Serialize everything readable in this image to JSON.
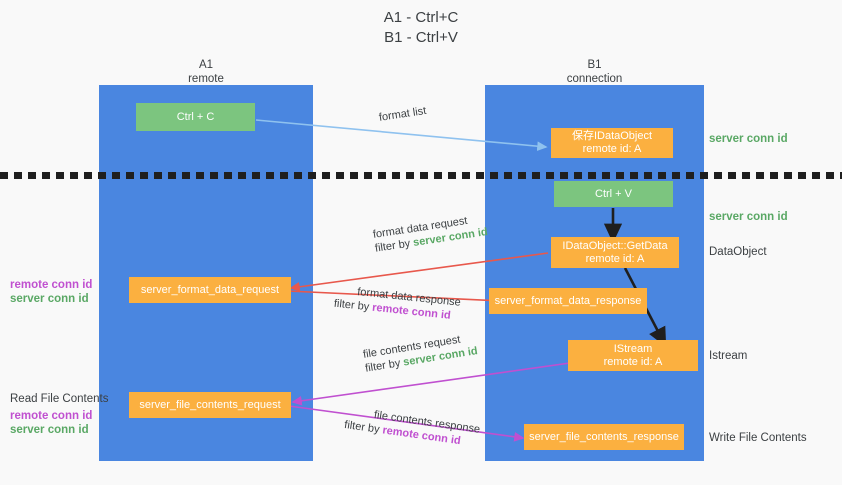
{
  "title": {
    "line1": "A1 - Ctrl+C",
    "line2": "B1 - Ctrl+V"
  },
  "lanes": [
    {
      "id": "a1",
      "name": "A1",
      "subtitle": "remote"
    },
    {
      "id": "b1",
      "name": "B1",
      "subtitle": "connection"
    }
  ],
  "nodes": {
    "ctrl_c": {
      "label": "Ctrl + C",
      "color": "#7cc57f"
    },
    "save_idataobject": {
      "label": "保存IDataObject",
      "sub": "remote id: A",
      "color": "#fbb040"
    },
    "ctrl_v": {
      "label": "Ctrl + V",
      "color": "#7cc57f"
    },
    "getdata": {
      "label": "IDataObject::GetData",
      "sub": "remote id: A",
      "color": "#fbb040"
    },
    "format_data_request": {
      "label": "server_format_data_request",
      "color": "#fbb040"
    },
    "format_data_response": {
      "label": "server_format_data_response",
      "color": "#fbb040"
    },
    "istream": {
      "label": "IStream",
      "sub": "remote id: A",
      "color": "#fbb040"
    },
    "file_contents_request": {
      "label": "server_file_contents_request",
      "color": "#fbb040"
    },
    "file_contents_response": {
      "label": "server_file_contents_response",
      "color": "#fbb040"
    }
  },
  "edges": {
    "format_list": "format list",
    "format_data_request": {
      "line1": "format data request",
      "filter_prefix": "filter by ",
      "filter_key": "server conn id"
    },
    "format_data_response": {
      "line1": "format data response",
      "filter_prefix": "filter by ",
      "filter_key": "remote conn id"
    },
    "file_contents_request": {
      "line1": "file contents request",
      "filter_prefix": "filter by ",
      "filter_key": "server conn id"
    },
    "file_contents_response": {
      "line1": "file contents response",
      "filter_prefix": "filter by ",
      "filter_key": "remote conn id"
    }
  },
  "right_labels": {
    "server_conn_id_top": "server conn id",
    "server_conn_id_mid": "server conn id",
    "dataobject": "DataObject",
    "istream": "Istream",
    "write_file_contents": "Write File Contents"
  },
  "left_labels": {
    "format_remote": "remote conn id",
    "format_server": "server conn id",
    "read_file_contents": "Read File Contents",
    "file_remote": "remote conn id",
    "file_server": "server conn id"
  },
  "colors": {
    "lane": "#4a86e0",
    "green": "#7cc57f",
    "orange": "#fbb040",
    "remote_conn": "#c050d0",
    "server_conn": "#5aa865",
    "arrow_light_blue": "#8fc2ef",
    "arrow_red": "#e8584c",
    "arrow_magenta": "#c050d0",
    "arrow_black": "#1f1f1f",
    "background": "#f9f9f9"
  }
}
